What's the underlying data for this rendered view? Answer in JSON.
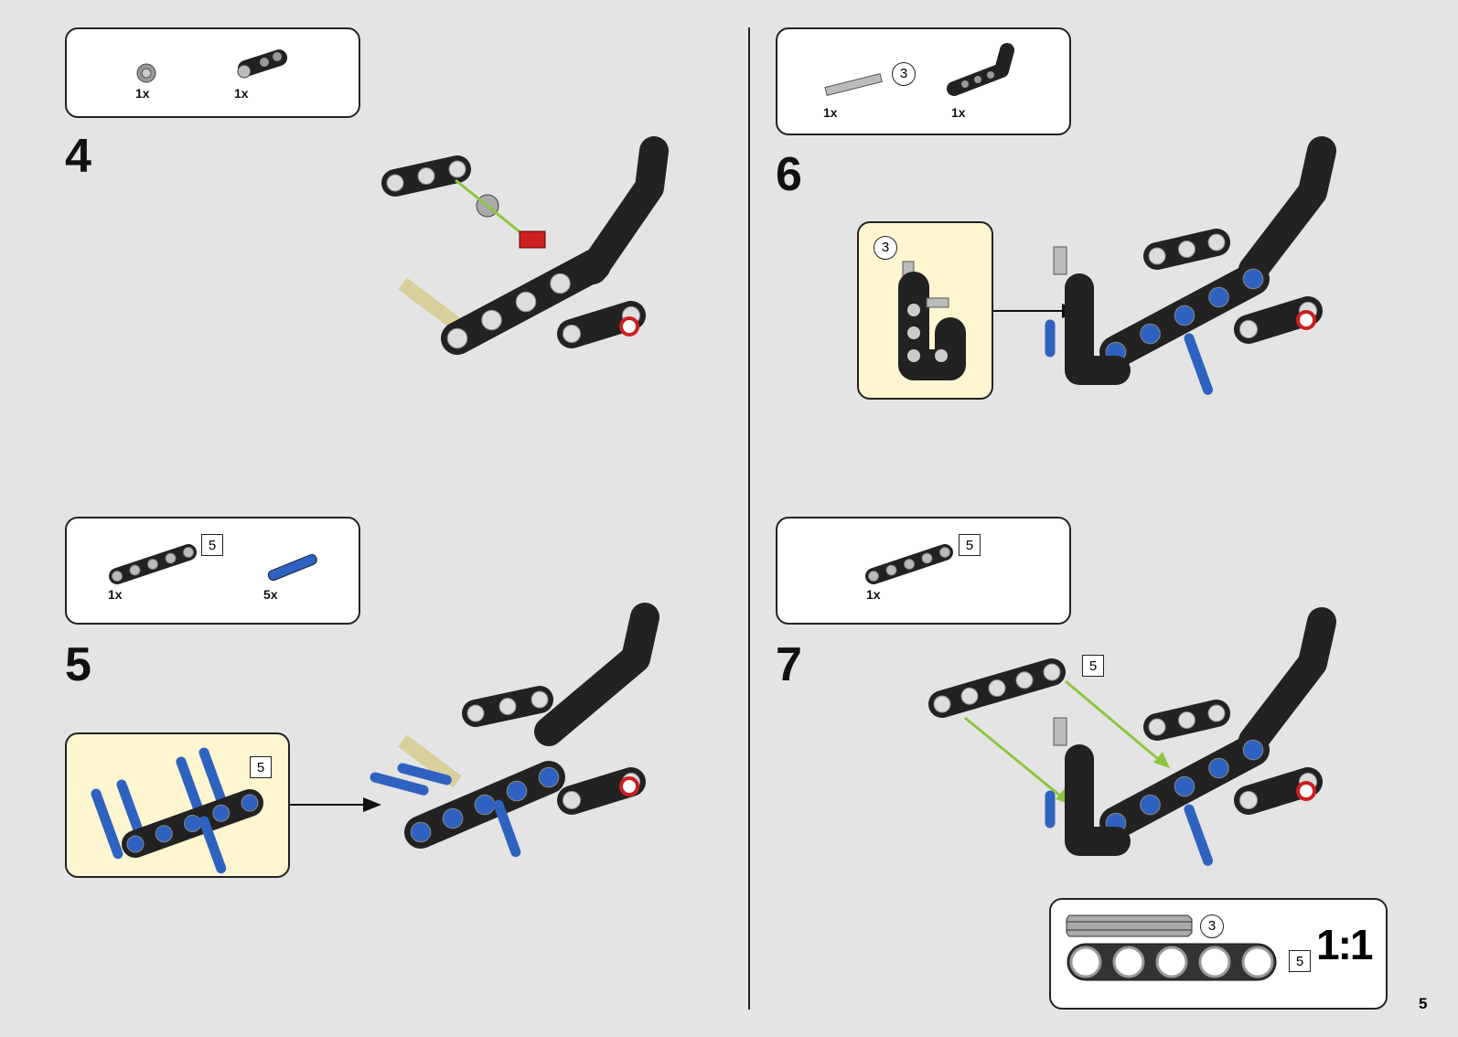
{
  "page_number": "5",
  "steps": [
    {
      "number": "4",
      "parts": [
        {
          "qty": "1x"
        },
        {
          "qty": "1x"
        }
      ]
    },
    {
      "number": "5",
      "parts": [
        {
          "qty": "1x",
          "badge": "5"
        },
        {
          "qty": "5x"
        }
      ],
      "callout_badge": "5"
    },
    {
      "number": "6",
      "parts": [
        {
          "qty": "1x",
          "badge": "3"
        },
        {
          "qty": "1x"
        }
      ],
      "callout_badge": "3"
    },
    {
      "number": "7",
      "parts": [
        {
          "qty": "1x",
          "badge": "5"
        }
      ],
      "model_badge": "5"
    }
  ],
  "scale_ref": {
    "axle_length": "3",
    "beam_length": "5",
    "ratio": "1:1"
  },
  "colors": {
    "background": "#e4e4e4",
    "callout": "#fdf6d0",
    "beam": "#222222",
    "pin_blue": "#2f62c0",
    "arrow_green": "#8cc63f",
    "axle_red": "#cc1f1f",
    "axle_tan": "#d9cf9c"
  }
}
